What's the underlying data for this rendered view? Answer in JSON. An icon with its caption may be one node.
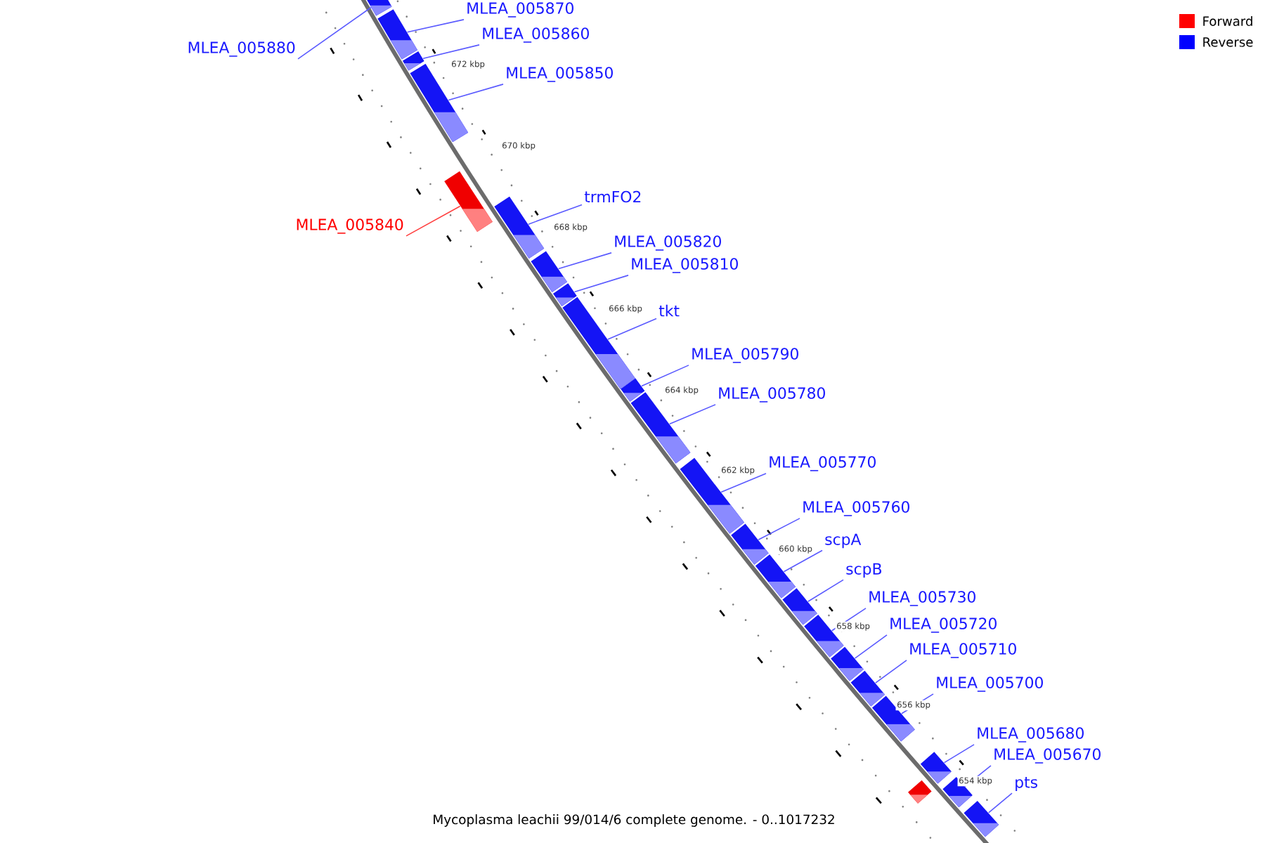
{
  "diagram": {
    "caption": "Mycoplasma leachii 99/014/6 complete genome. - 0..1017232",
    "nodes": [
      {
        "text": [
          "MLEA_005880"
        ]
      },
      {
        "text": [],
        "shape": "bar"
      },
      {
        "text": [
          "MLEA_005870"
        ]
      },
      {
        "text": [],
        "shape": "bar"
      },
      {
        "text": [
          "MLEA_005860"
        ]
      },
      {
        "text": [],
        "shape": "bar"
      },
      {
        "text": [
          "MLEA_005850"
        ]
      },
      {
        "text": [],
        "shape": "bar"
      },
      {
        "text": [
          "MLEA_005840"
        ]
      },
      {
        "text": [],
        "shape": "bar"
      },
      {
        "text": [
          "trmFO2"
        ]
      },
      {
        "text": [],
        "shape": "bar"
      },
      {
        "text": [
          "MLEA_005820"
        ]
      },
      {
        "text": [],
        "shape": "bar"
      },
      {
        "text": [
          "MLEA_005810"
        ]
      },
      {
        "text": [],
        "shape": "bar"
      },
      {
        "text": [
          "tkt"
        ]
      },
      {
        "text": [],
        "shape": "bar"
      },
      {
        "text": [
          "MLEA_005790"
        ]
      },
      {
        "text": [],
        "shape": "bar"
      },
      {
        "text": [
          "MLEA_005780"
        ]
      },
      {
        "text": [],
        "shape": "bar"
      },
      {
        "text": [
          "MLEA_005770"
        ]
      },
      {
        "text": [],
        "shape": "bar"
      },
      {
        "text": [
          "MLEA_005760"
        ]
      },
      {
        "text": [],
        "shape": "bar"
      },
      {
        "text": [
          "scpA"
        ]
      },
      {
        "text": [],
        "shape": "bar"
      },
      {
        "text": [
          "scpB"
        ]
      },
      {
        "text": [],
        "shape": "bar"
      },
      {
        "text": [
          "MLEA_005730"
        ]
      },
      {
        "text": [],
        "shape": "bar"
      },
      {
        "text": [
          "MLEA_005720"
        ]
      },
      {
        "text": [],
        "shape": "bar"
      },
      {
        "text": [
          "MLEA_005710"
        ]
      },
      {
        "text": [],
        "shape": "bar"
      },
      {
        "text": [
          "MLEA_005700"
        ]
      },
      {
        "text": [],
        "shape": "bar"
      },
      {
        "text": [
          "MLEA_005680"
        ]
      },
      {
        "text": [],
        "shape": "bar"
      },
      {
        "text": [],
        "shape": "bar"
      },
      {
        "text": [
          "MLEA_005670"
        ]
      },
      {
        "text": [],
        "shape": "bar"
      },
      {
        "text": [
          "pts"
        ]
      },
      {
        "text": [],
        "shape": "bar"
      }
    ],
    "edges": [
      {
        "from": 0,
        "to": 1,
        "arrow": "none"
      },
      {
        "from": 2,
        "to": 3,
        "arrow": "none"
      },
      {
        "from": 4,
        "to": 5,
        "arrow": "none"
      },
      {
        "from": 6,
        "to": 7,
        "arrow": "none"
      },
      {
        "from": 8,
        "to": 9,
        "arrow": "none",
        "color": "#ff4040"
      },
      {
        "from": 10,
        "to": 11,
        "arrow": "none"
      },
      {
        "from": 12,
        "to": 13,
        "arrow": "none"
      },
      {
        "from": 14,
        "to": 15,
        "arrow": "none"
      },
      {
        "from": 16,
        "to": 17,
        "arrow": "none"
      },
      {
        "from": 18,
        "to": 19,
        "arrow": "none"
      },
      {
        "from": 20,
        "to": 21,
        "arrow": "none"
      },
      {
        "from": 22,
        "to": 23,
        "arrow": "none"
      },
      {
        "from": 24,
        "to": 25,
        "arrow": "none"
      },
      {
        "from": 26,
        "to": 27,
        "arrow": "none"
      },
      {
        "from": 28,
        "to": 29,
        "arrow": "none"
      },
      {
        "from": 30,
        "to": 31,
        "arrow": "none"
      },
      {
        "from": 32,
        "to": 33,
        "arrow": "none"
      },
      {
        "from": 34,
        "to": 35,
        "arrow": "none"
      },
      {
        "from": 36,
        "to": 37,
        "arrow": "none"
      },
      {
        "from": 38,
        "to": 39,
        "arrow": "none"
      },
      {
        "from": 41,
        "to": 42,
        "arrow": "none"
      },
      {
        "from": 43,
        "to": 44,
        "arrow": "none"
      }
    ],
    "labels": [
      "672 kbp",
      "670 kbp",
      "668 kbp",
      "666 kbp",
      "664 kbp",
      "662 kbp",
      "660 kbp",
      "658 kbp",
      "656 kbp",
      "654 kbp"
    ],
    "legend": [
      {
        "text": "Forward",
        "color": "#ff0000"
      },
      {
        "text": "Reverse",
        "color": "#0000ff"
      }
    ]
  }
}
